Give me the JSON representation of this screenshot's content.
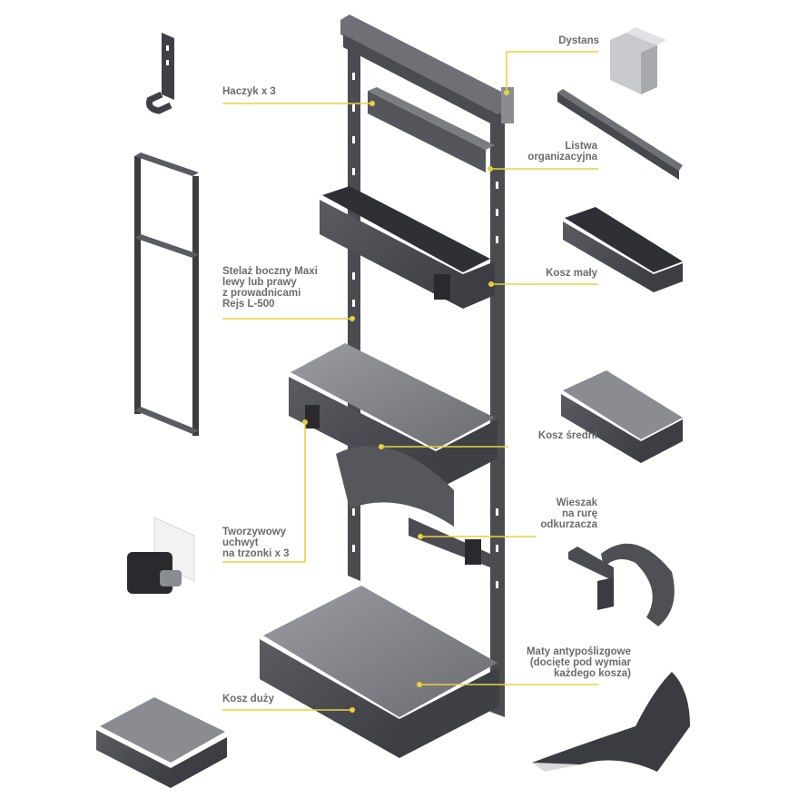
{
  "labels": {
    "dystans": "Dystans",
    "haczyk": "Haczyk x 3",
    "listwa": [
      "Listwa",
      "organizacyjna"
    ],
    "stelaz": [
      "Stelaż boczny Maxi",
      "lewy lub prawy",
      "z prowadnicami",
      "Rejs L-500"
    ],
    "kosz_maly": "Kosz mały",
    "kosz_sredni": "Kosz średni",
    "wieszak": [
      "Wieszak",
      "na rurę",
      "odkurzacza"
    ],
    "uchwyt": [
      "Tworzywowy",
      "uchwyt",
      "na trzonki x 3"
    ],
    "maty": [
      "Maty antypoślizgowe",
      "(docięte pod wymiar",
      "każdego kosza)"
    ],
    "kosz_duzy": "Kosz duży"
  },
  "colors": {
    "accent": "#e8d23c",
    "metal": "#4a4c52",
    "metal_light": "#8a8c92",
    "label": "#6b6b6b"
  }
}
